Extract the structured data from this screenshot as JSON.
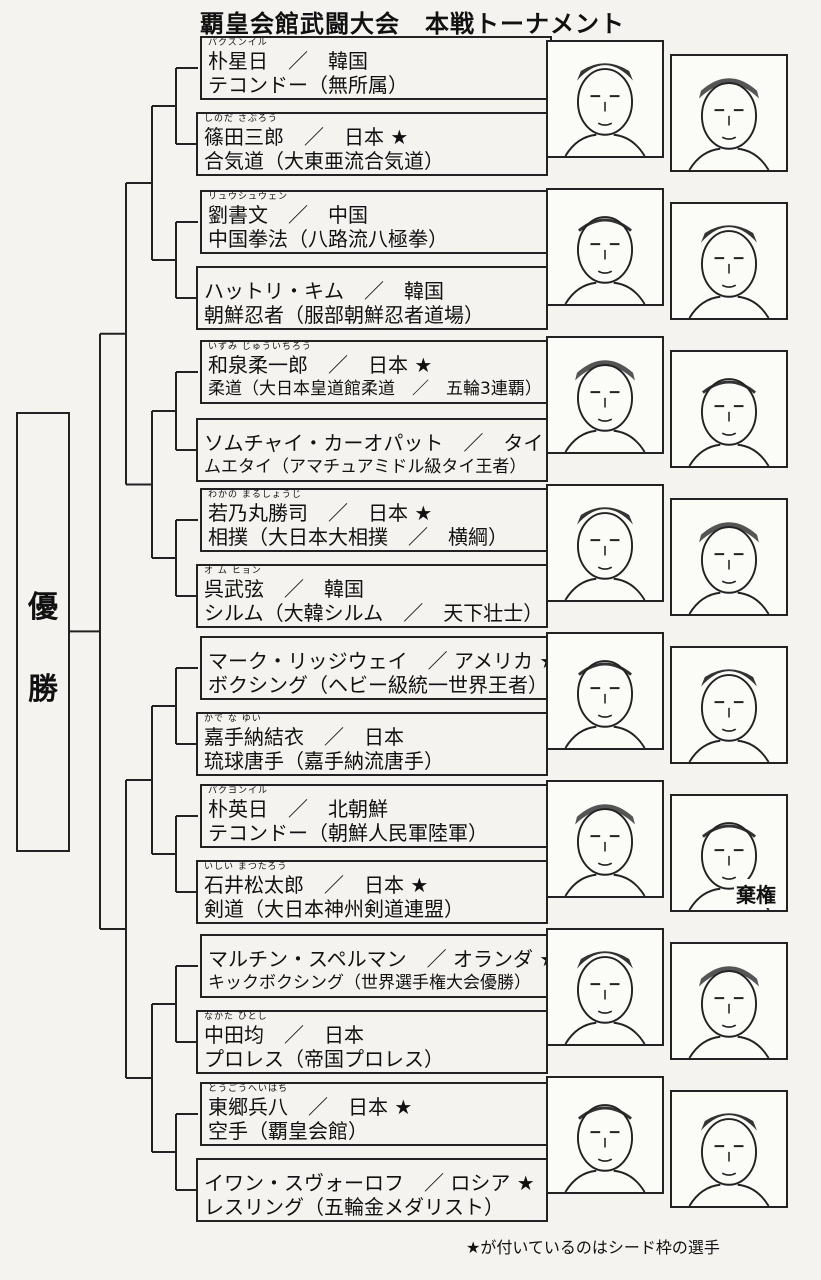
{
  "title": "覇皇会館武闘大会　本戦トーナメント",
  "winner_label": [
    "優",
    "勝"
  ],
  "footnote": "★が付いているのはシード枠の選手",
  "entries": [
    {
      "reading": "パクスンイル",
      "line1": "朴星日　／　韓国",
      "line2": "テコンドー（無所属）"
    },
    {
      "reading": "しのだ さぶろう",
      "line1": "篠田三郎　／　日本 ★",
      "line2": "合気道（大東亜流合気道）"
    },
    {
      "reading": "リュウシュウェン",
      "line1": "劉書文　／　中国",
      "line2": "中国拳法（八路流八極拳）"
    },
    {
      "reading": "",
      "line1": "ハットリ・キム　／　韓国",
      "line2": "朝鮮忍者（服部朝鮮忍者道場）"
    },
    {
      "reading": "いずみ じゅういちろう",
      "line1": "和泉柔一郎　／　日本 ★",
      "line2": "柔道（大日本皇道館柔道　／　五輪3連覇）"
    },
    {
      "reading": "",
      "line1": "ソムチャイ・カーオパット　／　タイ",
      "line2": "ムエタイ（アマチュアミドル級タイ王者）"
    },
    {
      "reading": "わかの まるしょうじ",
      "line1": "若乃丸勝司　／　日本 ★",
      "line2": "相撲（大日本大相撲　／　横綱）"
    },
    {
      "reading": "オ ム ヒョン",
      "line1": "呉武弦　／　韓国",
      "line2": "シルム（大韓シルム　／　天下壮士）"
    },
    {
      "reading": "",
      "line1": "マーク・リッジウェイ　／ アメリカ ★",
      "line2": "ボクシング（ヘビー級統一世界王者）"
    },
    {
      "reading": "かで な ゆい",
      "line1": "嘉手納結衣　／　日本",
      "line2": "琉球唐手（嘉手納流唐手）"
    },
    {
      "reading": "パクヨンイル",
      "line1": "朴英日　／　北朝鮮",
      "line2": "テコンドー（朝鮮人民軍陸軍）"
    },
    {
      "reading": "いしい まつたろう",
      "line1": "石井松太郎　／　日本 ★",
      "line2": "剣道（大日本神州剣道連盟）"
    },
    {
      "reading": "",
      "line1": "マルチン・スペルマン　／ オランダ ★",
      "line2": "キックボクシング（世界選手権大会優勝）"
    },
    {
      "reading": "なかた ひとし",
      "line1": "中田均　／　日本",
      "line2": "プロレス（帝国プロレス）"
    },
    {
      "reading": "とうごうへいはち",
      "line1": "東郷兵八　／　日本 ★",
      "line2": "空手（覇皇会館）"
    },
    {
      "reading": "",
      "line1": "イワン・スヴォーロフ　／ ロシア ★",
      "line2": "レスリング（五輪金メダリスト）"
    }
  ],
  "portrait_captions": [
    "棄権"
  ]
}
